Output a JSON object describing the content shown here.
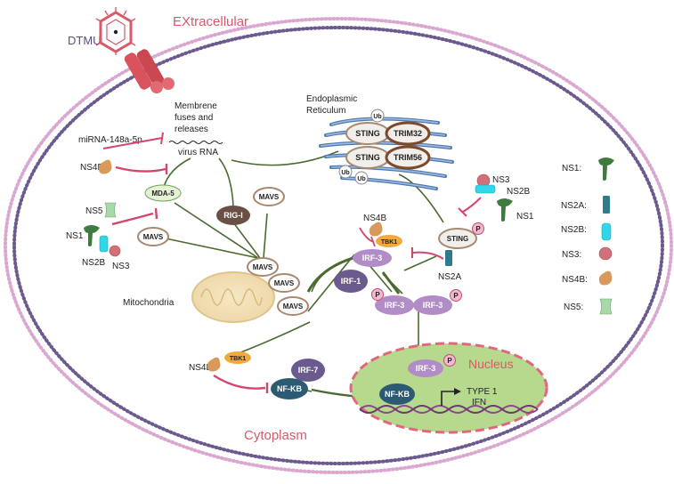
{
  "labels": {
    "extracellular": "EXtracellular",
    "cytoplasm": "Cytoplasm",
    "nucleus": "Nucleus",
    "dtmuv": "DTMUV",
    "membrane": [
      "Membrene",
      "fuses and",
      "releases"
    ],
    "virus_rna": "virus RNA",
    "mirna": "miRNA-148a-5p",
    "er": [
      "Endoplasmic",
      "Reticulum"
    ],
    "mitochondria": "Mitochondria",
    "type1ifn": [
      "TYPE 1",
      "IFN"
    ]
  },
  "nodes": {
    "mda5": "MDA-5",
    "rigi": "RIG-I",
    "mavs": "MAVS",
    "sting": "STING",
    "trim32": "TRIM32",
    "trim56": "TRIM56",
    "ub": "Ub",
    "tbk1": "TBK1",
    "irf3": "IRF-3",
    "irf1": "IRF-1",
    "irf7": "IRF-7",
    "nfkb": "NF-KB",
    "p": "P"
  },
  "proteins": {
    "ns1": "NS1",
    "ns2a": "NS2A",
    "ns2b": "NS2B",
    "ns3": "NS3",
    "ns4b": "NS4B",
    "ns5": "NS5"
  },
  "legend": [
    {
      "label": "NS1:",
      "icon": "ns1-icon"
    },
    {
      "label": "NS2A:",
      "icon": "ns2a-icon"
    },
    {
      "label": "NS2B:",
      "icon": "ns2b-icon"
    },
    {
      "label": "NS3:",
      "icon": "ns3-icon"
    },
    {
      "label": "NS4B:",
      "icon": "ns4b-icon"
    },
    {
      "label": "NS5:",
      "icon": "ns5-icon"
    }
  ],
  "colors": {
    "membrane_outer": "#d9a7cf",
    "membrane_inner": "#6b5a8e",
    "inhibit": "#d2476a",
    "pathway": "#4a6a2e",
    "nucleus_fill": "#b7d98e",
    "nucleus_border": "#e0677e",
    "irf3": "#b18cc7",
    "nfkb": "#2d5a73",
    "tbk1": "#f0a93a",
    "ns1": "#3f7a3f",
    "ns2a": "#2f7a8c",
    "ns2b": "#33d6e8",
    "ns3": "#d16f7a",
    "ns4b": "#d89a5a",
    "ns5": "#a8d9a8"
  }
}
